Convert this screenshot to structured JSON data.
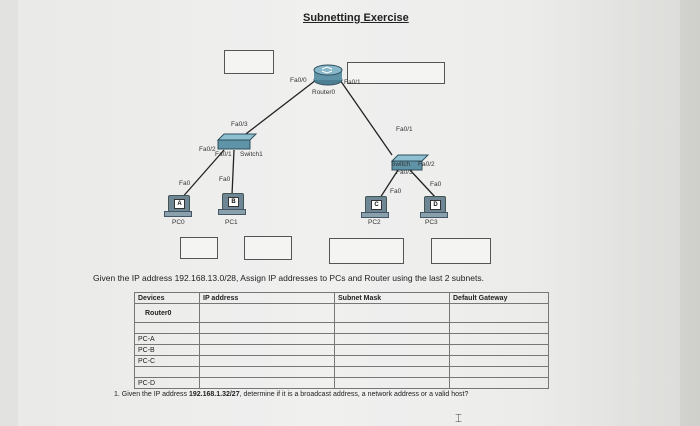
{
  "title": "Subnetting Exercise",
  "diagram": {
    "router": {
      "name": "Router0",
      "port_left": "Fa0/0",
      "port_right": "Fa0/1"
    },
    "switch_left": {
      "name": "Switch1",
      "port_up": "Fa0/3",
      "port_a": "Fa0/2",
      "port_b": "Fa0/1"
    },
    "switch_right": {
      "name": "Switch",
      "port_up": "Fa0/1",
      "port_a": "Fa0/2",
      "port_b": "Fa0/3"
    },
    "pcs": [
      {
        "name": "PC0",
        "letter": "A",
        "port": "Fa0"
      },
      {
        "name": "PC1",
        "letter": "B",
        "port": "Fa0"
      },
      {
        "name": "PC2",
        "letter": "C",
        "port": "Fa0"
      },
      {
        "name": "PC3",
        "letter": "D",
        "port": "Fa0"
      }
    ]
  },
  "question_text": "Given the IP address 192.168.13.0/28, Assign IP addresses to PCs and Router using the last 2 subnets.",
  "table": {
    "headers": [
      "Devices",
      "IP address",
      "Subnet Mask",
      "Default Gateway"
    ],
    "rows": [
      [
        "Router0",
        "",
        "",
        ""
      ],
      [
        "",
        "",
        "",
        ""
      ],
      [
        "PC-A",
        "",
        "",
        ""
      ],
      [
        "PC-B",
        "",
        "",
        ""
      ],
      [
        "PC-C",
        "",
        "",
        ""
      ],
      [
        "",
        "",
        "",
        ""
      ],
      [
        "PC-D",
        "",
        "",
        ""
      ]
    ]
  },
  "question1": {
    "number": "1.",
    "prefix": "Given the IP address ",
    "address": "192.168.1.32/27",
    "suffix": ", determine if it is a broadcast address, a network address or a valid host?"
  }
}
